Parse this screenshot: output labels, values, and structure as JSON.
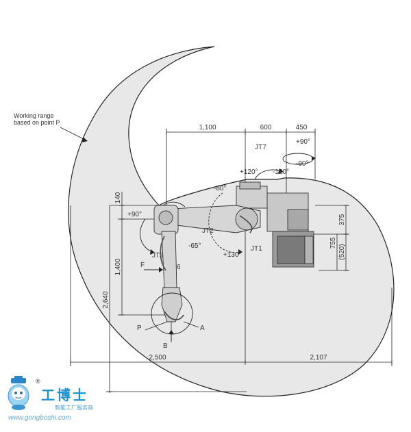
{
  "colors": {
    "range_fill": "#e8e8e8",
    "line": "#222222",
    "robot_fill": "#d6d6d6",
    "robot_dark": "#8a8a8a",
    "logo_blue": "#1c8fd1"
  },
  "working_range_label": {
    "line1": "Working range",
    "line2": "based on point P"
  },
  "dimensions": {
    "top_1100": "1,100",
    "top_600": "600",
    "top_450": "450",
    "left_140": "140",
    "left_1400": "1,400",
    "left_2640": "2,640",
    "bottom_2500": "2,500",
    "bottom_2107": "2,107",
    "right_375": "375",
    "right_755": "755",
    "right_520": "(520)",
    "small_6": "6"
  },
  "joints": {
    "jt1": "JT1",
    "jt2": "JT2",
    "jt3": "JT3",
    "jt7": "JT7"
  },
  "angles": {
    "jt7_pos": "+90°",
    "jt7_neg": "-90°",
    "jt1_pos": "+120°",
    "jt1_neg": "-120°",
    "jt2_neg": "-80°",
    "jt2_pos": "+130°",
    "jt3_pos": "+90°",
    "jt3_neg": "-65°"
  },
  "points": {
    "f": "F",
    "p": "P",
    "a": "A",
    "b": "B"
  },
  "watermark": {
    "brand_cn": "工博士",
    "sub_cn": "智能工厂服务商",
    "url": "www.gongboshi.com",
    "registered": "®"
  }
}
